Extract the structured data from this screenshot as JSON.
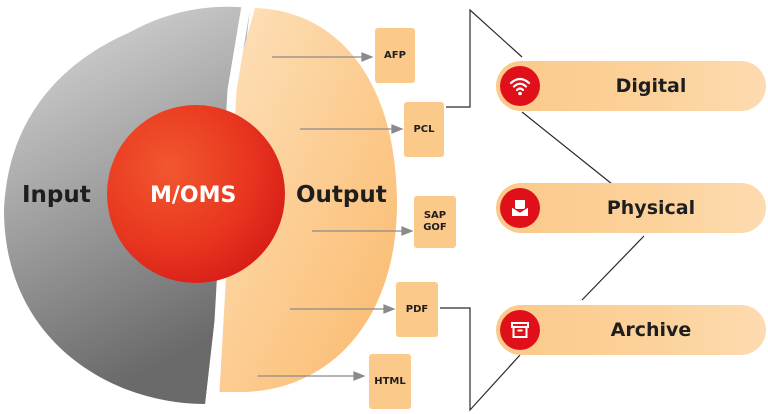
{
  "diagram": {
    "input_label": "Input",
    "output_label": "Output",
    "center_label": "M/OMS",
    "formats": [
      {
        "name": "format-afp",
        "label": "AFP"
      },
      {
        "name": "format-pcl",
        "label": "PCL"
      },
      {
        "name": "format-sap-gof",
        "label": "SAP\nGOF"
      },
      {
        "name": "format-pdf",
        "label": "PDF"
      },
      {
        "name": "format-html",
        "label": "HTML"
      }
    ],
    "channels": [
      {
        "name": "digital",
        "label": "Digital",
        "icon": "wifi-icon"
      },
      {
        "name": "physical",
        "label": "Physical",
        "icon": "envelope-icon"
      },
      {
        "name": "archive",
        "label": "Archive",
        "icon": "archive-box-icon"
      }
    ]
  },
  "colors": {
    "input_gray_light": "#d6d6d6",
    "input_gray_dark": "#6e6e6e",
    "output_orange": "#fcc98a",
    "center_red": "#e5261f",
    "accent_red": "#e0101a",
    "text_dark": "#1e1e1e"
  }
}
